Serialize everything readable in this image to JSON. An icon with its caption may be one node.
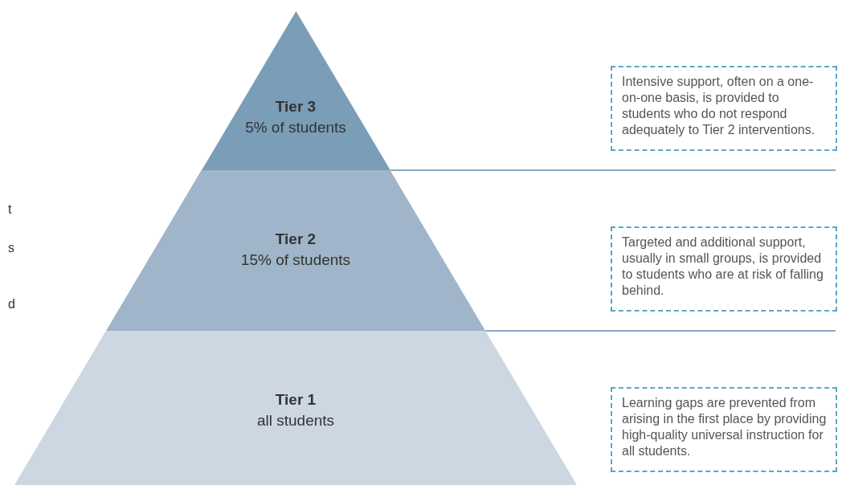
{
  "diagram": {
    "nodes": [
      {
        "text": [
          "Tier 3",
          "5% of students"
        ]
      },
      {
        "text": [
          "Intensive support, often on a one-on-one basis, is provided to students who do not respond adequately to Tier 2 interventions."
        ]
      },
      {
        "text": [
          "Tier 2",
          "15% of students"
        ]
      },
      {
        "text": [
          "Targeted and additional support, usually in small groups, is provided to students who are at risk of falling behind."
        ]
      },
      {
        "text": [
          "Tier 1",
          "all students"
        ]
      },
      {
        "text": [
          "Learning gaps are prevented from arising in the first place by providing high-quality universal instruction for all students."
        ]
      }
    ],
    "labels": [
      "t",
      "s",
      "d"
    ]
  }
}
